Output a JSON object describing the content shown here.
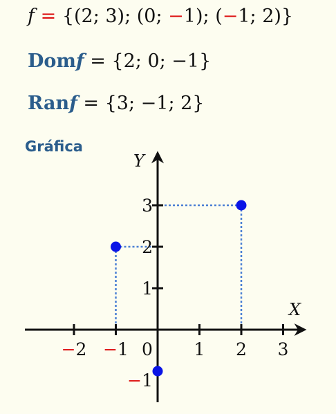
{
  "header": {
    "func_symbol": "f",
    "equals": "=",
    "pairs_part1": "{(2; 3); (0; ",
    "minus1": "−",
    "pairs_part2": "1); (",
    "minus2": "−",
    "pairs_part3": "1; 2)}"
  },
  "domain": {
    "label": "Dom",
    "func": "f",
    "rest": " = {2; 0; −1}"
  },
  "range": {
    "label": "Ran",
    "func": "f",
    "rest": " = {3; −1; 2}"
  },
  "graph": {
    "title": "Gráfica",
    "x_axis_label": "X",
    "y_axis_label": "Y",
    "origin_label": "0",
    "x_ticks": [
      {
        "value": -2,
        "label": "−2",
        "color": "#d11"
      },
      {
        "value": -1,
        "label": "−1",
        "color": "#d11"
      },
      {
        "value": 1,
        "label": "1",
        "color": "#111"
      },
      {
        "value": 2,
        "label": "2",
        "color": "#111"
      },
      {
        "value": 3,
        "label": "3",
        "color": "#111"
      }
    ],
    "y_ticks": [
      {
        "value": 1,
        "label": "1",
        "color": "#111"
      },
      {
        "value": 2,
        "label": "2",
        "color": "#111"
      },
      {
        "value": 3,
        "label": "3",
        "color": "#111"
      },
      {
        "value": -1,
        "label": "−1",
        "color": "#d11"
      }
    ],
    "points": [
      {
        "x": 2,
        "y": 3
      },
      {
        "x": 0,
        "y": -1
      },
      {
        "x": -1,
        "y": 2
      }
    ],
    "point_color": "#0a14e6",
    "guide_color": "#4a7fd4"
  }
}
